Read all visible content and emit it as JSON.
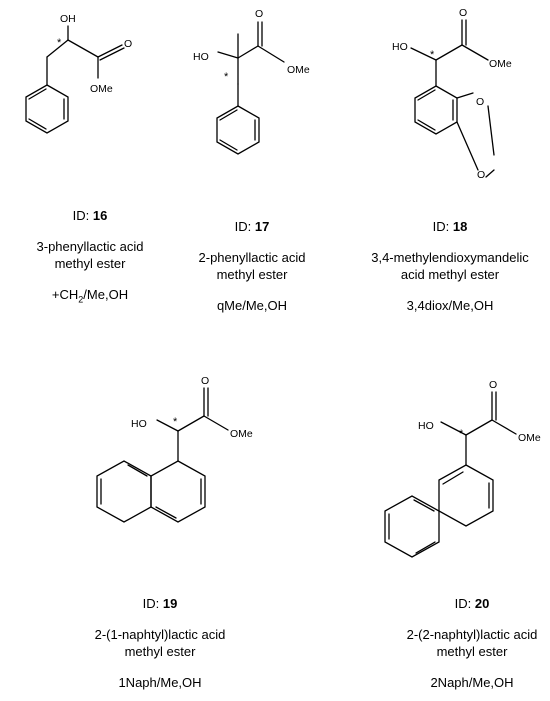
{
  "compounds": [
    {
      "id_prefix": "ID: ",
      "id_num": "16",
      "name_line1": "3-phenyllactic acid",
      "name_line2": "methyl ester",
      "code_pre": "+CH",
      "code_sub": "2",
      "code_post": "/Me,OH"
    },
    {
      "id_prefix": "ID: ",
      "id_num": "17",
      "name_line1": "2-phenyllactic acid",
      "name_line2": "methyl ester",
      "code": "qMe/Me,OH"
    },
    {
      "id_prefix": "ID: ",
      "id_num": "18",
      "name_line1": "3,4-methylendioxymandelic",
      "name_line2": "acid methyl ester",
      "code": "3,4diox/Me,OH"
    },
    {
      "id_prefix": "ID: ",
      "id_num": "19",
      "name_line1": "2-(1-naphtyl)lactic acid",
      "name_line2": "methyl ester",
      "code": "1Naph/Me,OH"
    },
    {
      "id_prefix": "ID: ",
      "id_num": "20",
      "name_line1": "2-(2-naphtyl)lactic acid",
      "name_line2": "methyl ester",
      "code": "2Naph/Me,OH"
    }
  ],
  "atoms": {
    "oh": "OH",
    "ho": "HO",
    "o": "O",
    "ome": "OMe",
    "star": "*"
  }
}
